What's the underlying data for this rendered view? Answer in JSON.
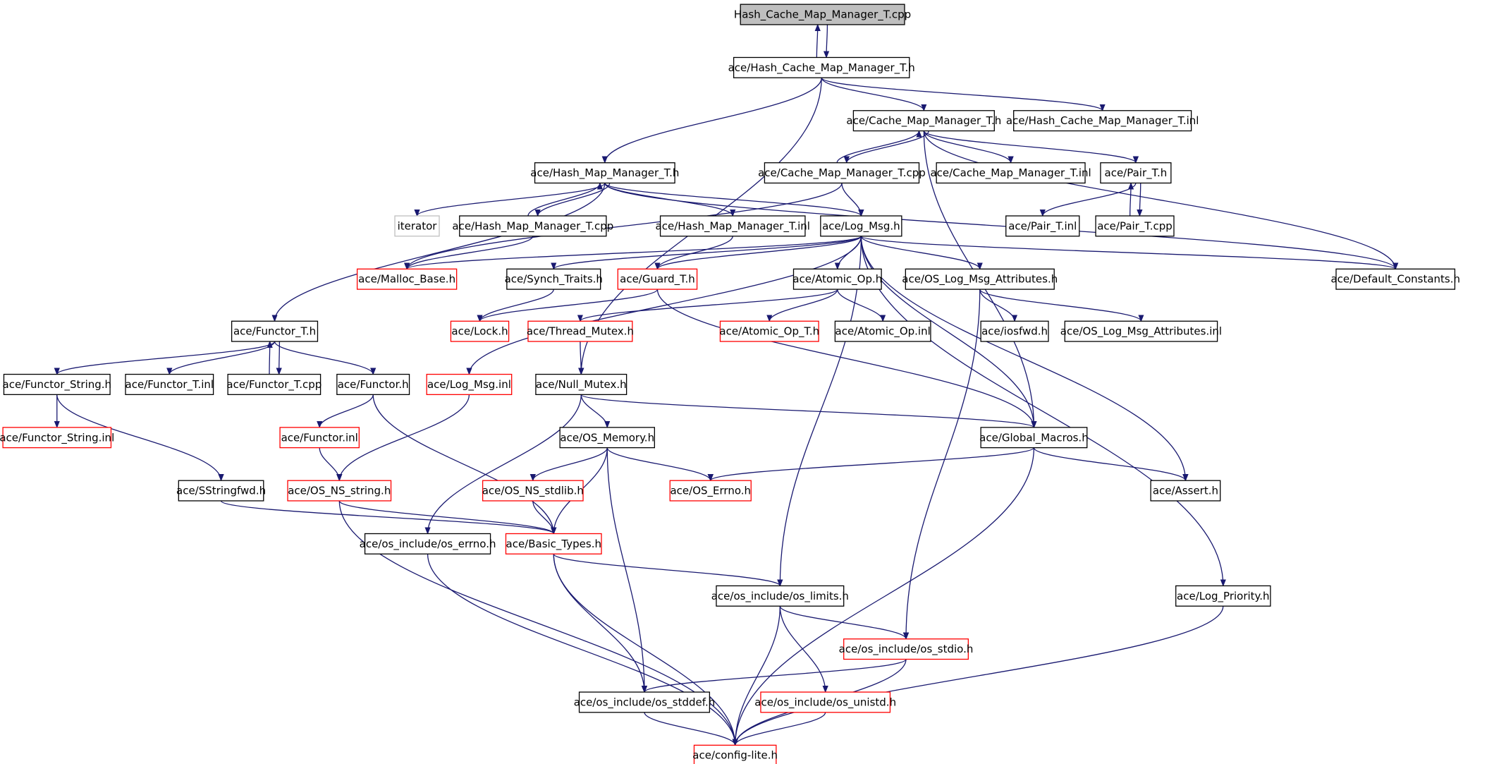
{
  "colors": {
    "edge": "#191970",
    "root_fill": "#bfbfbf",
    "normal_border": "#000000",
    "incomplete_border": "#ff0000",
    "external_border": "#bfbfbf"
  },
  "nodes": [
    {
      "id": "root",
      "label": "Hash_Cache_Map_Manager_T.cpp",
      "style": "root"
    },
    {
      "id": "hcmm_h",
      "label": "ace/Hash_Cache_Map_Manager_T.h",
      "style": "normal"
    },
    {
      "id": "cmm_h",
      "label": "ace/Cache_Map_Manager_T.h",
      "style": "normal"
    },
    {
      "id": "hcmm_inl",
      "label": "ace/Hash_Cache_Map_Manager_T.inl",
      "style": "normal"
    },
    {
      "id": "hmm_h",
      "label": "ace/Hash_Map_Manager_T.h",
      "style": "normal"
    },
    {
      "id": "cmm_cpp",
      "label": "ace/Cache_Map_Manager_T.cpp",
      "style": "normal"
    },
    {
      "id": "cmm_inl",
      "label": "ace/Cache_Map_Manager_T.inl",
      "style": "normal"
    },
    {
      "id": "pair_h",
      "label": "ace/Pair_T.h",
      "style": "normal"
    },
    {
      "id": "iterator",
      "label": "iterator",
      "style": "external"
    },
    {
      "id": "hmm_cpp",
      "label": "ace/Hash_Map_Manager_T.cpp",
      "style": "normal"
    },
    {
      "id": "hmm_inl",
      "label": "ace/Hash_Map_Manager_T.inl",
      "style": "normal"
    },
    {
      "id": "logmsg_h",
      "label": "ace/Log_Msg.h",
      "style": "normal"
    },
    {
      "id": "pair_inl",
      "label": "ace/Pair_T.inl",
      "style": "normal"
    },
    {
      "id": "pair_cpp",
      "label": "ace/Pair_T.cpp",
      "style": "normal"
    },
    {
      "id": "malloc",
      "label": "ace/Malloc_Base.h",
      "style": "red"
    },
    {
      "id": "synch",
      "label": "ace/Synch_Traits.h",
      "style": "normal"
    },
    {
      "id": "guard",
      "label": "ace/Guard_T.h",
      "style": "red"
    },
    {
      "id": "atomic_h",
      "label": "ace/Atomic_Op.h",
      "style": "normal"
    },
    {
      "id": "oslogattr_h",
      "label": "ace/OS_Log_Msg_Attributes.h",
      "style": "normal"
    },
    {
      "id": "defconst",
      "label": "ace/Default_Constants.h",
      "style": "normal"
    },
    {
      "id": "functor_t_h",
      "label": "ace/Functor_T.h",
      "style": "normal"
    },
    {
      "id": "lock",
      "label": "ace/Lock.h",
      "style": "red"
    },
    {
      "id": "thrmutex",
      "label": "ace/Thread_Mutex.h",
      "style": "red"
    },
    {
      "id": "atomic_t",
      "label": "ace/Atomic_Op_T.h",
      "style": "red"
    },
    {
      "id": "atomic_inl",
      "label": "ace/Atomic_Op.inl",
      "style": "normal"
    },
    {
      "id": "iosfwd",
      "label": "ace/iosfwd.h",
      "style": "normal"
    },
    {
      "id": "oslogattr_inl",
      "label": "ace/OS_Log_Msg_Attributes.inl",
      "style": "normal"
    },
    {
      "id": "functor_string_h",
      "label": "ace/Functor_String.h",
      "style": "normal"
    },
    {
      "id": "functor_t_inl",
      "label": "ace/Functor_T.inl",
      "style": "normal"
    },
    {
      "id": "functor_t_cpp",
      "label": "ace/Functor_T.cpp",
      "style": "normal"
    },
    {
      "id": "functor_h",
      "label": "ace/Functor.h",
      "style": "normal"
    },
    {
      "id": "logmsg_inl",
      "label": "ace/Log_Msg.inl",
      "style": "red"
    },
    {
      "id": "nullmutex",
      "label": "ace/Null_Mutex.h",
      "style": "normal"
    },
    {
      "id": "functor_string_inl",
      "label": "ace/Functor_String.inl",
      "style": "red"
    },
    {
      "id": "functor_inl",
      "label": "ace/Functor.inl",
      "style": "red"
    },
    {
      "id": "osmemory",
      "label": "ace/OS_Memory.h",
      "style": "normal"
    },
    {
      "id": "globalmacros",
      "label": "ace/Global_Macros.h",
      "style": "normal"
    },
    {
      "id": "sstringfwd",
      "label": "ace/SStringfwd.h",
      "style": "normal"
    },
    {
      "id": "osnsstring",
      "label": "ace/OS_NS_string.h",
      "style": "red"
    },
    {
      "id": "osnsstdlib",
      "label": "ace/OS_NS_stdlib.h",
      "style": "red"
    },
    {
      "id": "oserrno",
      "label": "ace/OS_Errno.h",
      "style": "red"
    },
    {
      "id": "assert",
      "label": "ace/Assert.h",
      "style": "normal"
    },
    {
      "id": "osinc_errno",
      "label": "ace/os_include/os_errno.h",
      "style": "normal"
    },
    {
      "id": "basictypes",
      "label": "ace/Basic_Types.h",
      "style": "red"
    },
    {
      "id": "oslimits",
      "label": "ace/os_include/os_limits.h",
      "style": "normal"
    },
    {
      "id": "logpriority",
      "label": "ace/Log_Priority.h",
      "style": "normal"
    },
    {
      "id": "osstdio",
      "label": "ace/os_include/os_stdio.h",
      "style": "red"
    },
    {
      "id": "osstddef",
      "label": "ace/os_include/os_stddef.h",
      "style": "normal"
    },
    {
      "id": "osunistd",
      "label": "ace/os_include/os_unistd.h",
      "style": "red"
    },
    {
      "id": "configlite",
      "label": "ace/config-lite.h",
      "style": "red"
    }
  ],
  "edges": [
    [
      "root",
      "hcmm_h"
    ],
    [
      "hcmm_h",
      "root"
    ],
    [
      "hcmm_h",
      "cmm_h"
    ],
    [
      "hcmm_h",
      "hcmm_inl"
    ],
    [
      "hcmm_h",
      "hmm_h"
    ],
    [
      "hcmm_h",
      "nullmutex"
    ],
    [
      "cmm_h",
      "cmm_cpp"
    ],
    [
      "cmm_cpp",
      "cmm_h"
    ],
    [
      "cmm_h",
      "cmm_inl"
    ],
    [
      "cmm_h",
      "pair_h"
    ],
    [
      "cmm_h",
      "defconst"
    ],
    [
      "cmm_h",
      "globalmacros"
    ],
    [
      "cmm_cpp",
      "logmsg_h"
    ],
    [
      "cmm_cpp",
      "malloc"
    ],
    [
      "pair_h",
      "pair_inl"
    ],
    [
      "pair_h",
      "pair_cpp"
    ],
    [
      "pair_cpp",
      "pair_h"
    ],
    [
      "hmm_h",
      "functor_t_h"
    ],
    [
      "hmm_h",
      "iterator"
    ],
    [
      "hmm_h",
      "hmm_cpp"
    ],
    [
      "hmm_cpp",
      "hmm_h"
    ],
    [
      "hmm_h",
      "hmm_inl"
    ],
    [
      "hmm_h",
      "logmsg_h"
    ],
    [
      "hmm_h",
      "defconst"
    ],
    [
      "hmm_cpp",
      "malloc"
    ],
    [
      "hmm_inl",
      "guard"
    ],
    [
      "logmsg_h",
      "malloc"
    ],
    [
      "logmsg_h",
      "synch"
    ],
    [
      "logmsg_h",
      "guard"
    ],
    [
      "logmsg_h",
      "atomic_h"
    ],
    [
      "logmsg_h",
      "oslogattr_h"
    ],
    [
      "logmsg_h",
      "defconst"
    ],
    [
      "logmsg_h",
      "logmsg_inl"
    ],
    [
      "logmsg_h",
      "oslimits"
    ],
    [
      "logmsg_h",
      "globalmacros"
    ],
    [
      "logmsg_h",
      "assert"
    ],
    [
      "logmsg_h",
      "logpriority"
    ],
    [
      "synch",
      "lock"
    ],
    [
      "guard",
      "lock"
    ],
    [
      "guard",
      "globalmacros"
    ],
    [
      "atomic_h",
      "thrmutex"
    ],
    [
      "atomic_h",
      "atomic_t"
    ],
    [
      "atomic_h",
      "atomic_inl"
    ],
    [
      "oslogattr_h",
      "iosfwd"
    ],
    [
      "oslogattr_h",
      "oslogattr_inl"
    ],
    [
      "oslogattr_h",
      "osstdio"
    ],
    [
      "thrmutex",
      "nullmutex"
    ],
    [
      "functor_t_h",
      "functor_string_h"
    ],
    [
      "functor_t_h",
      "functor_t_inl"
    ],
    [
      "functor_t_h",
      "functor_t_cpp"
    ],
    [
      "functor_t_cpp",
      "functor_t_h"
    ],
    [
      "functor_t_h",
      "functor_h"
    ],
    [
      "functor_string_h",
      "functor_string_inl"
    ],
    [
      "functor_string_h",
      "sstringfwd"
    ],
    [
      "functor_h",
      "functor_inl"
    ],
    [
      "functor_h",
      "basictypes"
    ],
    [
      "functor_inl",
      "osnsstring"
    ],
    [
      "logmsg_inl",
      "osnsstring"
    ],
    [
      "nullmutex",
      "osmemory"
    ],
    [
      "nullmutex",
      "globalmacros"
    ],
    [
      "nullmutex",
      "osinc_errno"
    ],
    [
      "osmemory",
      "osnsstdlib"
    ],
    [
      "osmemory",
      "oserrno"
    ],
    [
      "osmemory",
      "basictypes"
    ],
    [
      "osmemory",
      "osstddef"
    ],
    [
      "globalmacros",
      "oserrno"
    ],
    [
      "globalmacros",
      "assert"
    ],
    [
      "globalmacros",
      "configlite"
    ],
    [
      "sstringfwd",
      "basictypes"
    ],
    [
      "osnsstring",
      "basictypes"
    ],
    [
      "osnsstring",
      "configlite"
    ],
    [
      "osnsstdlib",
      "basictypes"
    ],
    [
      "osinc_errno",
      "configlite"
    ],
    [
      "basictypes",
      "oslimits"
    ],
    [
      "basictypes",
      "osstddef"
    ],
    [
      "basictypes",
      "configlite"
    ],
    [
      "oslimits",
      "osstdio"
    ],
    [
      "oslimits",
      "osunistd"
    ],
    [
      "oslimits",
      "configlite"
    ],
    [
      "osstdio",
      "osstddef"
    ],
    [
      "osstdio",
      "configlite"
    ],
    [
      "osstddef",
      "configlite"
    ],
    [
      "osunistd",
      "configlite"
    ],
    [
      "logpriority",
      "configlite"
    ]
  ]
}
